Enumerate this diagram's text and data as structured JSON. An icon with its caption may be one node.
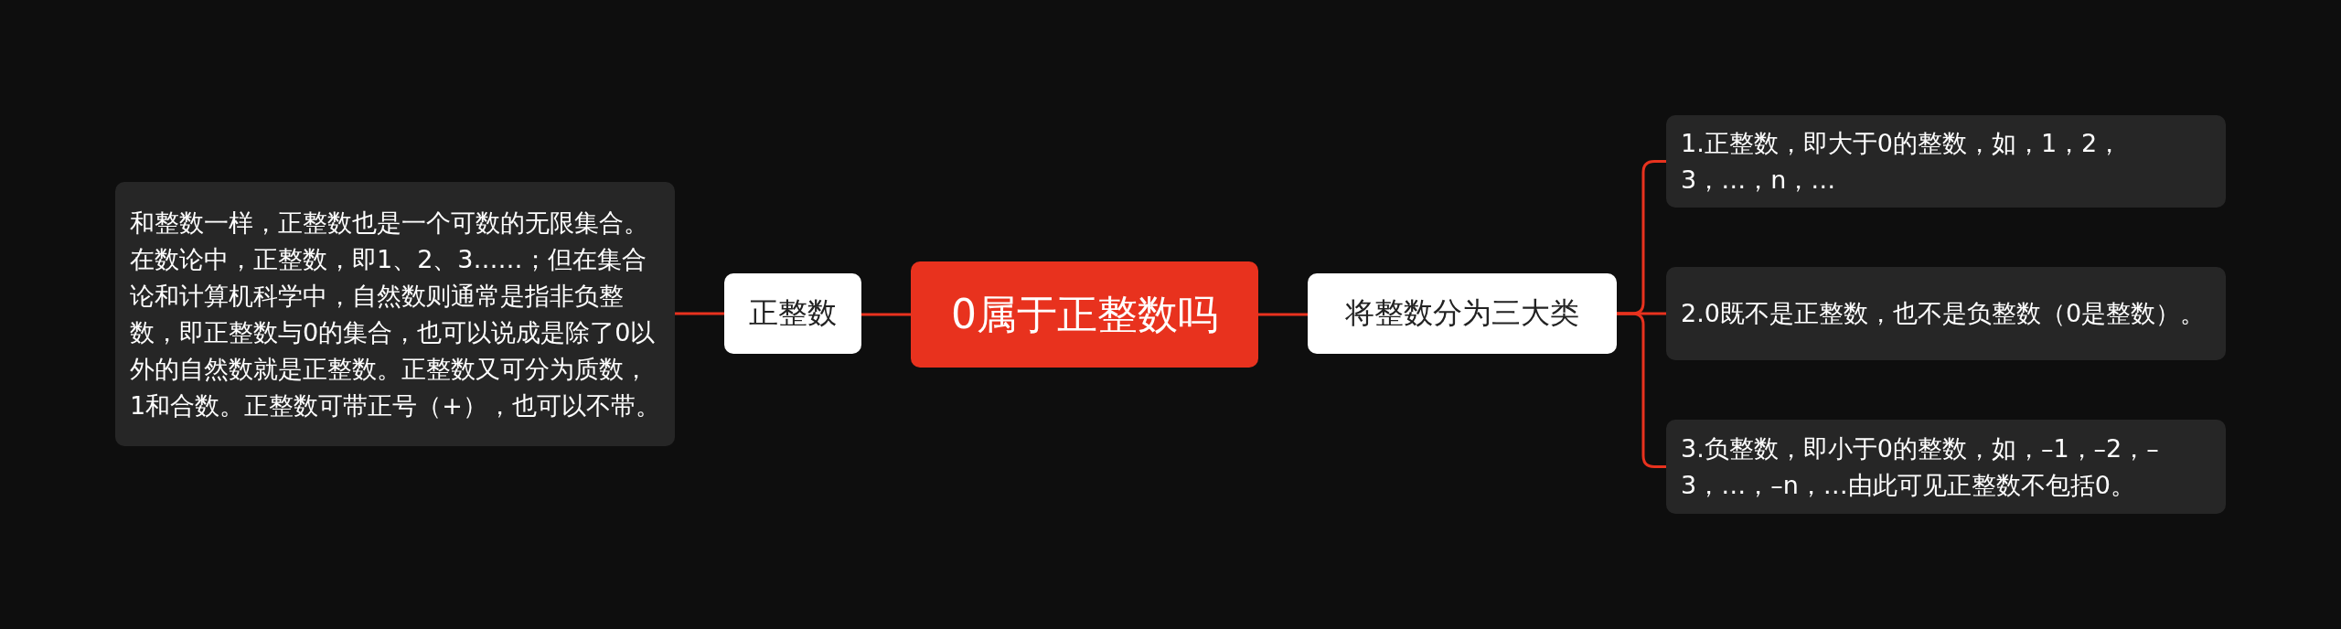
{
  "diagram": {
    "nodes": [
      {
        "text": [
          "0属于正整数吗"
        ]
      },
      {
        "text": [
          "正整数"
        ]
      },
      {
        "text": [
          "和整数一样，正整数也是一个可数的无限集合。在数论中，正整数，即1、2、3……；但在集合论和计算机科学中，自然数则通常是指非负整数，即正整数与0的集合，也可以说成是除了0以外的自然数就是正整数。正整数又可分为质数，1和合数。正整数可带正号（+），也可以不带。"
        ]
      },
      {
        "text": [
          "将整数分为三大类"
        ]
      },
      {
        "text": [
          "1.正整数，即大于0的整数，如，1，2，3，…，n，…"
        ]
      },
      {
        "text": [
          "2.0既不是正整数，也不是负整数（0是整数）。"
        ]
      },
      {
        "text": [
          "3.负整数，即小于0的整数，如，–1，–2，–3，…，–n，…由此可见正整数不包括0。"
        ]
      }
    ],
    "edges": [
      {
        "from": 0,
        "to": 1,
        "arrow": "none"
      },
      {
        "from": 1,
        "to": 2,
        "arrow": "none"
      },
      {
        "from": 0,
        "to": 3,
        "arrow": "none"
      },
      {
        "from": 3,
        "to": 4,
        "arrow": "none"
      },
      {
        "from": 3,
        "to": 5,
        "arrow": "none"
      },
      {
        "from": 3,
        "to": 6,
        "arrow": "none"
      }
    ]
  }
}
